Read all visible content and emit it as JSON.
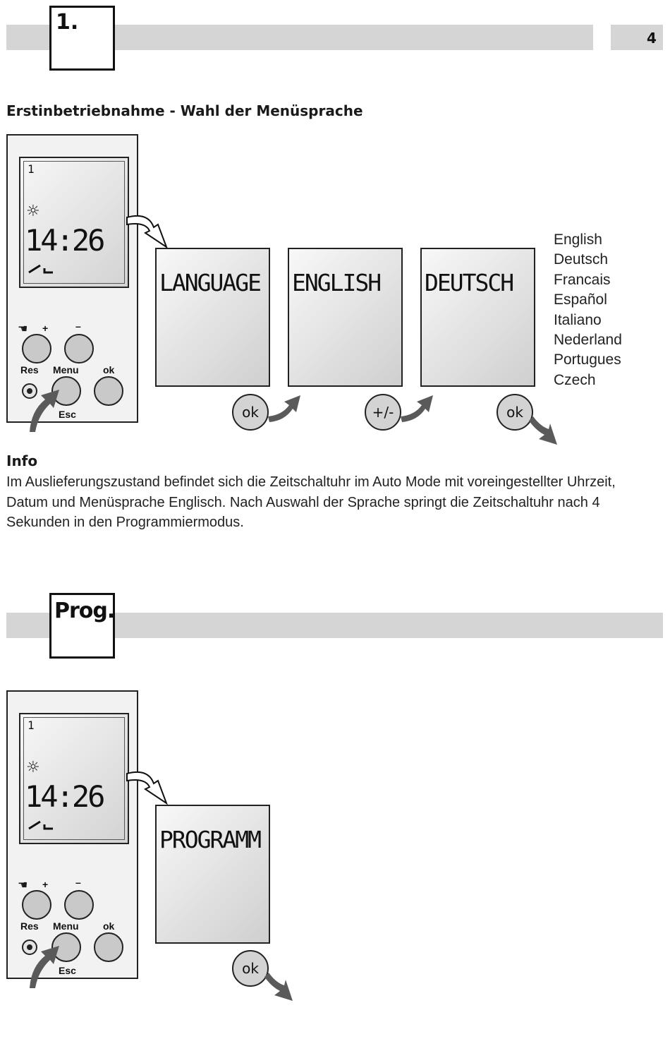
{
  "page_number": "4",
  "section1": {
    "step_label": "1.",
    "heading": "Erstinbetriebnahme - Wahl der Menüsprache",
    "device": {
      "channel": "1",
      "sun_icon": "sun-icon",
      "time": "14:26",
      "plus": "+",
      "minus": "–",
      "res": "Res",
      "menu": "Menu",
      "ok": "ok",
      "esc": "Esc"
    },
    "screens": [
      "LANGUAGE",
      "ENGLISH",
      "DEUTSCH"
    ],
    "step_buttons": [
      "ok",
      "+/-",
      "ok"
    ],
    "languages": [
      "English",
      "Deutsch",
      "Francais",
      "Español",
      "Italiano",
      "Nederland",
      "Portugues",
      "Czech"
    ],
    "info_heading": "Info",
    "info_text": "Im Auslieferungszustand befindet sich die Zeitschaltuhr im Auto Mode mit voreingestellter Uhrzeit, Datum und Menüsprache Englisch. Nach Auswahl der Sprache springt die Zeitschaltuhr nach 4 Sekunden in den Programmiermodus."
  },
  "section2": {
    "step_label": "Prog.",
    "device": {
      "channel": "1",
      "time": "14:26",
      "plus": "+",
      "minus": "–",
      "res": "Res",
      "menu": "Menu",
      "ok": "ok",
      "esc": "Esc"
    },
    "screen": "PROGRAMM",
    "step_button": "ok"
  }
}
